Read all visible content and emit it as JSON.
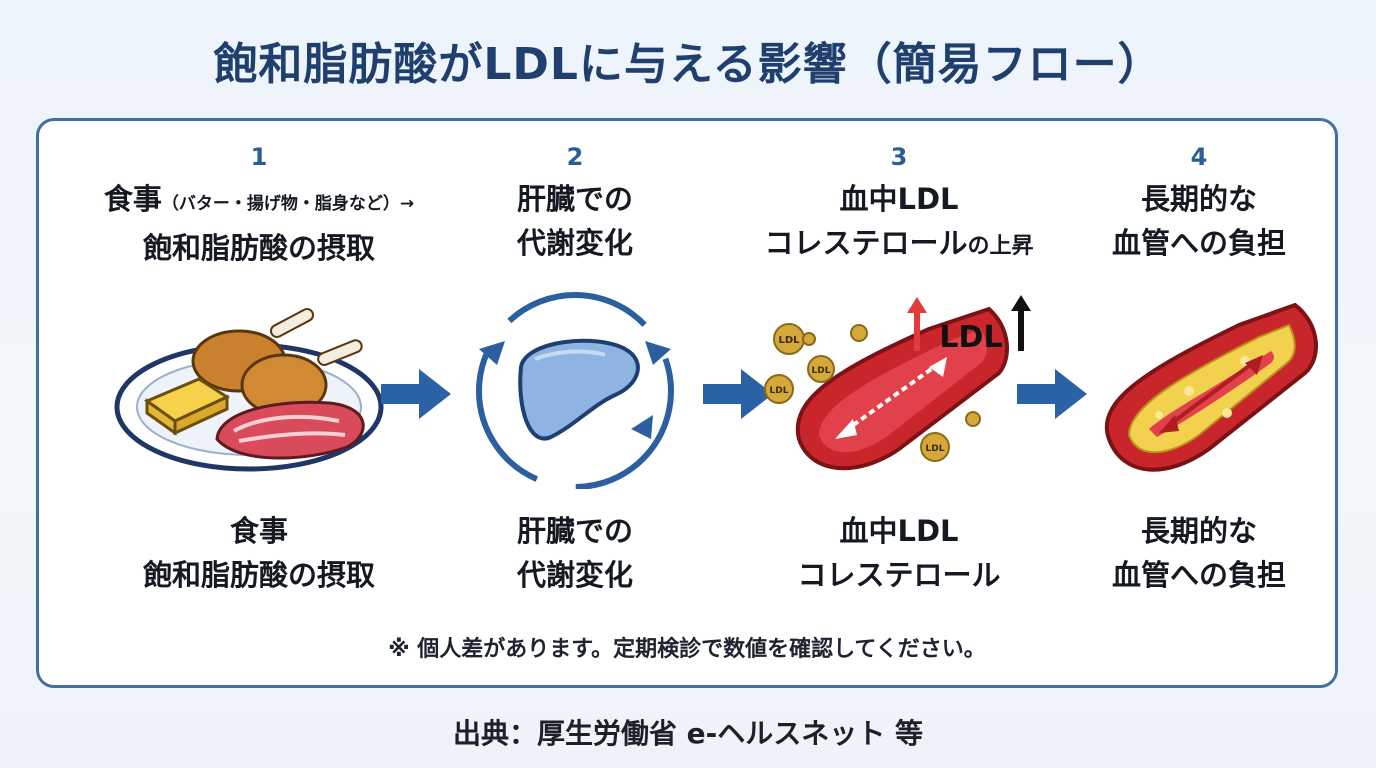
{
  "title": "飽和脂肪酸がLDLに与える影響（簡易フロー）",
  "steps": [
    {
      "number": "1",
      "head_line1": "食事",
      "head_note": "（バター・揚げ物・脂身など）→",
      "head_line2": "飽和脂肪酸の摂取",
      "foot_line1": "食事",
      "foot_line2": "飽和脂肪酸の摂取"
    },
    {
      "number": "2",
      "head_line1": "肝臓での",
      "head_line2": "代謝変化",
      "foot_line1": "肝臓での",
      "foot_line2": "代謝変化"
    },
    {
      "number": "3",
      "head_line1": "血中LDL",
      "head_line2": "コレステロール",
      "head_suffix": "の上昇",
      "foot_line1": "血中LDL",
      "foot_line2": "コレステロール"
    },
    {
      "number": "4",
      "head_line1": "長期的な",
      "head_line2": "血管への負担",
      "foot_line1": "長期的な",
      "foot_line2": "血管への負担"
    }
  ],
  "illustration": {
    "ldl_big_label": "LDL",
    "ldl_particle_label": "LDL"
  },
  "note": "※ 個人差があります。定期検診で数値を確認してください。",
  "source": "出典：厚生労働省 e-ヘルスネット 等",
  "colors": {
    "title": "#1f3f6e",
    "border": "#3f6fa5",
    "flow_arrow": "#2b62a6",
    "vessel": "#c9262c",
    "ldl_particle": "#d4a93a"
  }
}
